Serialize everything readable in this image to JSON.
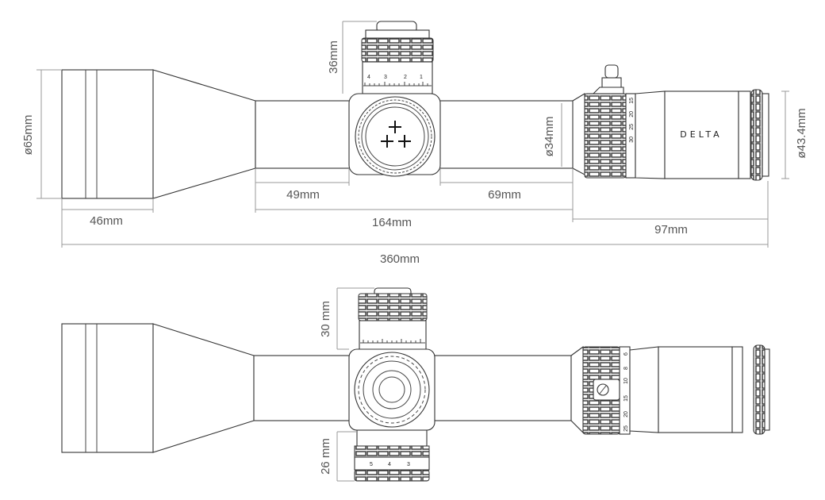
{
  "brand": "DELTA",
  "top_view": {
    "dimensions": {
      "objective_diameter": "ø65mm",
      "turret_height": "36mm",
      "tube_diameter": "ø34mm",
      "eyepiece_diameter": "ø43.4mm",
      "front_tube": "49mm",
      "rear_tube": "69mm",
      "objective_length": "46mm",
      "tube_length": "164mm",
      "eyepiece_length": "97mm",
      "total_length": "360mm"
    },
    "turret_scale": [
      "4",
      "3",
      "2",
      "1"
    ],
    "zoom_scale": [
      "15",
      "20",
      "25",
      "30"
    ]
  },
  "side_view": {
    "dimensions": {
      "top_turret_height": "30 mm",
      "bottom_turret_height": "26 mm"
    },
    "zoom_scale": [
      "6",
      "8",
      "10",
      "15",
      "20",
      "25"
    ],
    "bottom_turret_scale": [
      "5",
      "4",
      "3"
    ]
  }
}
